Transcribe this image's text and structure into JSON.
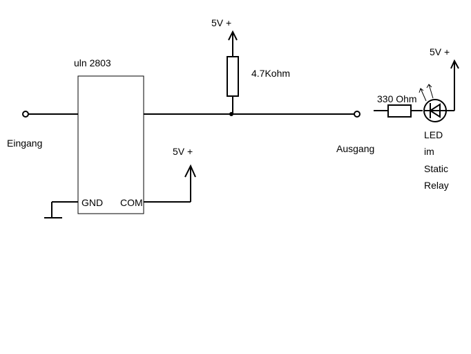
{
  "diagram": {
    "chip_label": "uln 2803",
    "gnd_pin": "GND",
    "com_pin": "COM",
    "input_label": "Eingang",
    "output_label": "Ausgang",
    "resistor_pullup_label": "4.7Kohm",
    "resistor_series_label": "330 Ohm",
    "supply_top_label": "5V +",
    "supply_com_label": "5V +",
    "supply_led_label": "5V +",
    "led_lines": [
      "LED",
      "im",
      "Static",
      "Relay"
    ]
  }
}
